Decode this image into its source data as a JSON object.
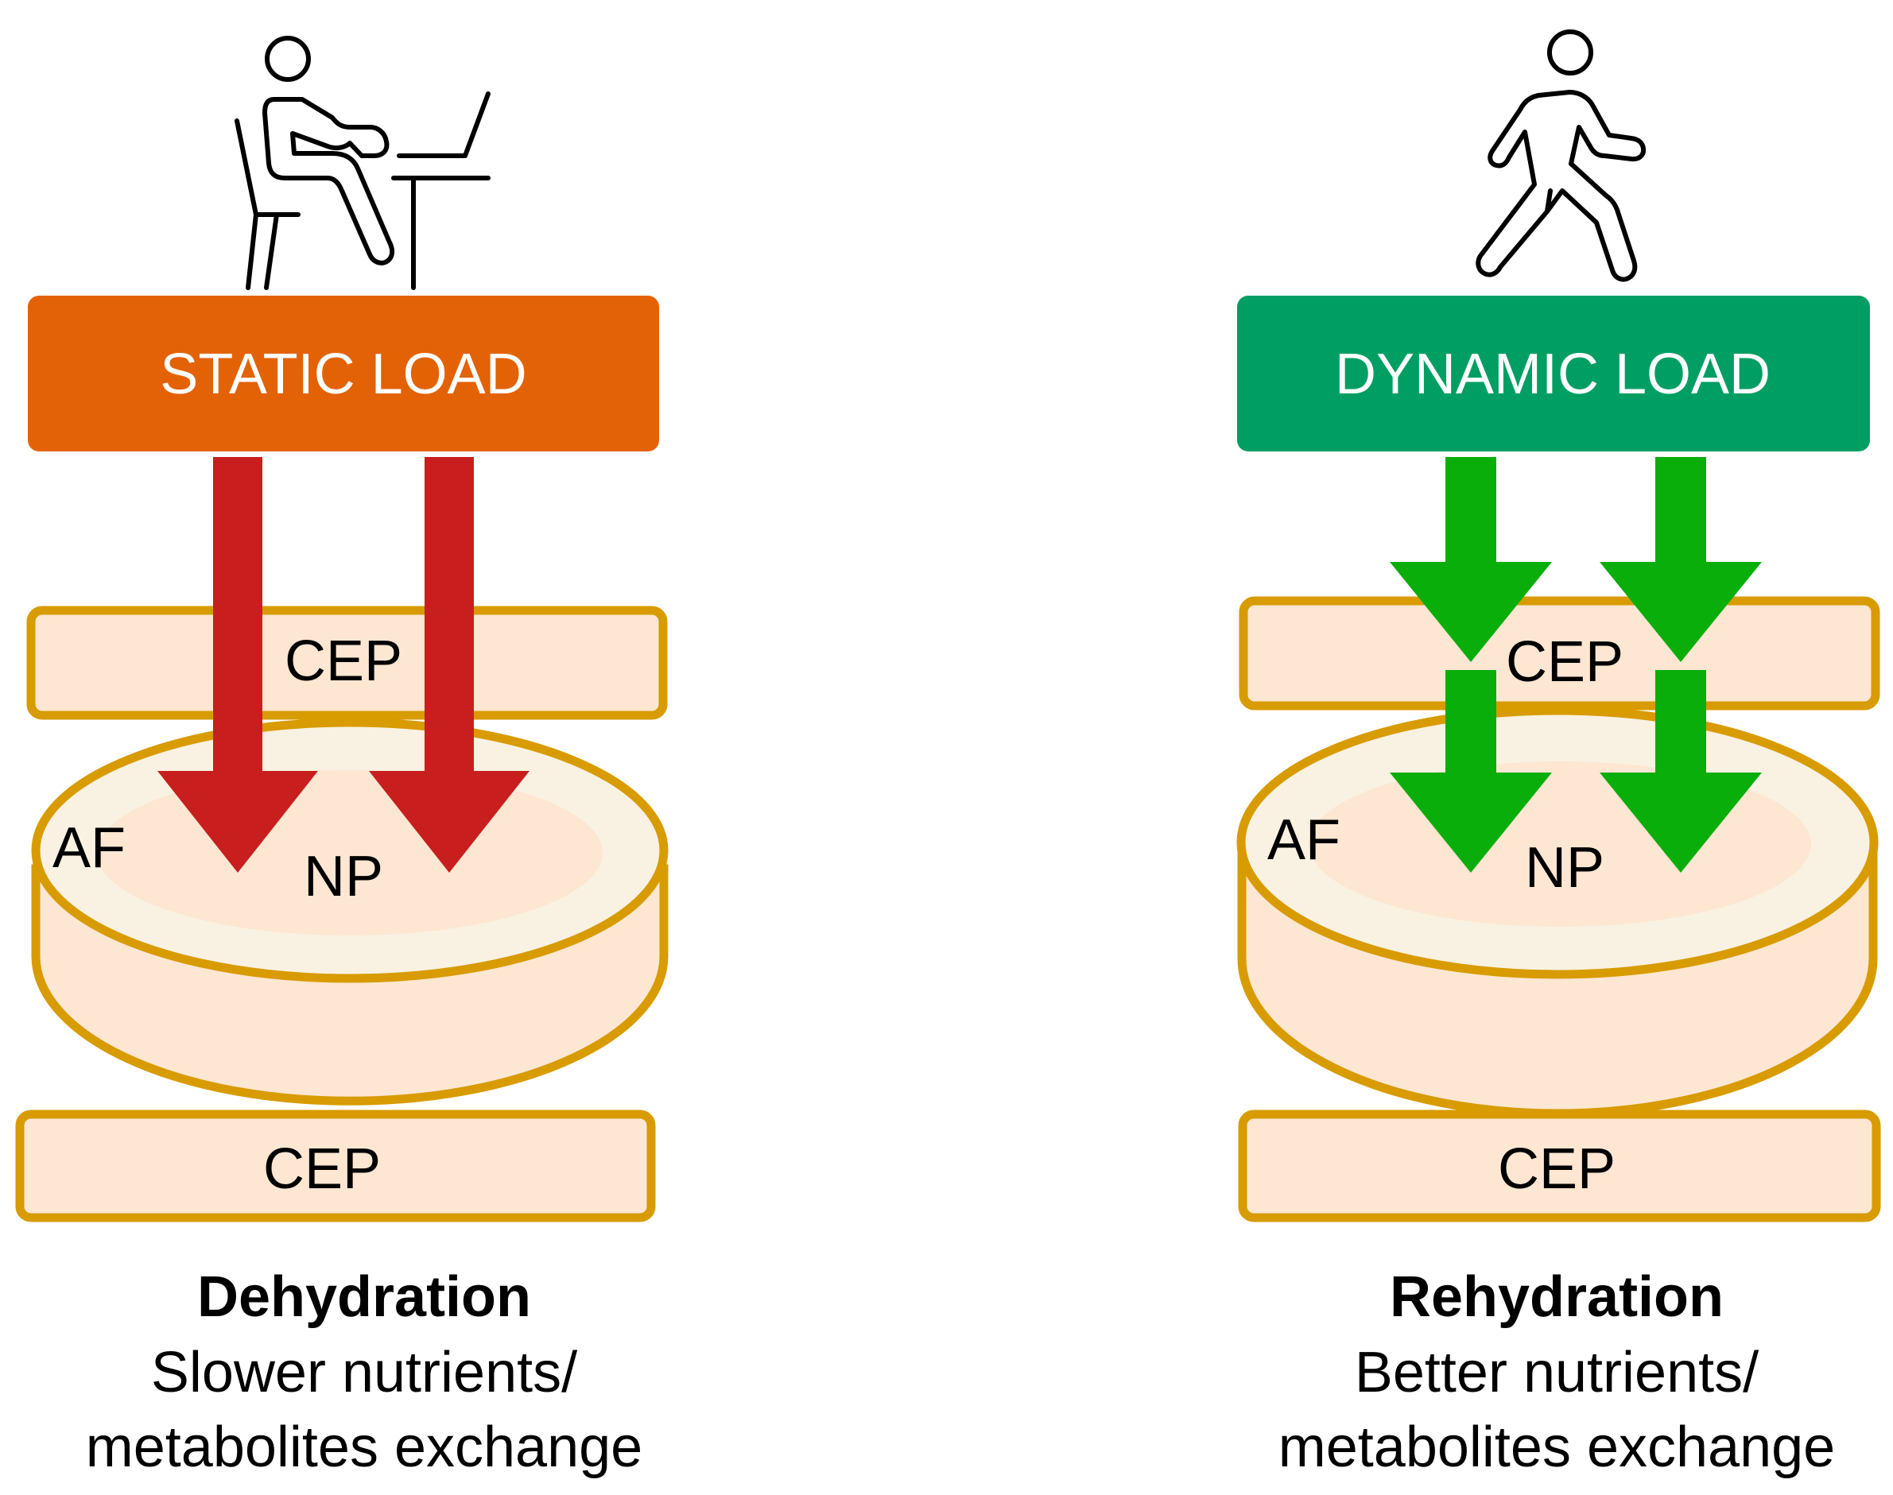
{
  "left_panel": {
    "load_label": "STATIC LOAD",
    "load_color": "#E36205",
    "arrow_color": "#C81E1E",
    "top_endplate": "CEP",
    "bottom_endplate": "CEP",
    "annulus": "AF",
    "nucleus": "NP",
    "outcome_title": "Dehydration",
    "outcome_line1": "Slower nutrients/",
    "outcome_line2": "metabolites exchange",
    "figure_icon": "person-sitting-at-desk-icon"
  },
  "right_panel": {
    "load_label": "DYNAMIC LOAD",
    "load_color": "#009E63",
    "arrow_color": "#0AAE0A",
    "top_endplate": "CEP",
    "bottom_endplate": "CEP",
    "annulus": "AF",
    "nucleus": "NP",
    "outcome_title": "Rehydration",
    "outcome_line1": "Better nutrients/",
    "outcome_line2": "metabolites exchange",
    "figure_icon": "person-walking-icon"
  },
  "colors": {
    "tissue_fill": "#FDE6D2",
    "tissue_stroke": "#D89B00",
    "annulus_ring": "#F9F1E1"
  }
}
